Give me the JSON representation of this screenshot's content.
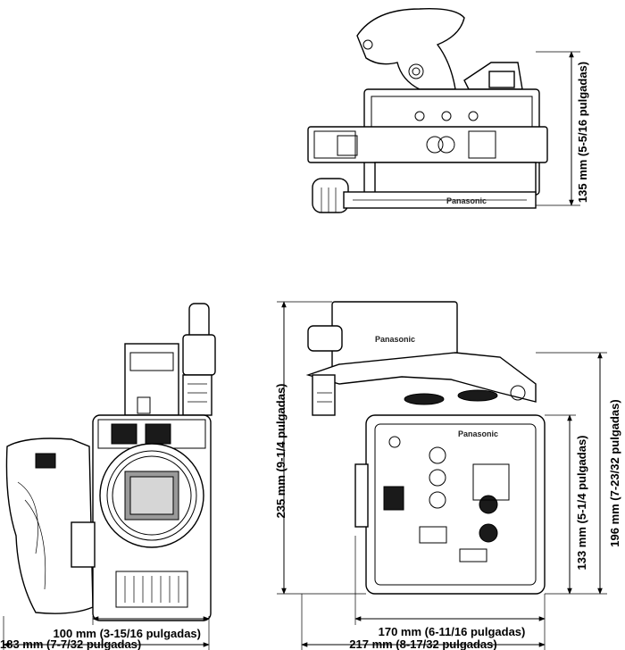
{
  "brand": "Panasonic",
  "dimensions": {
    "top_view_height": "135 mm (5-5/16 pulgadas)",
    "front_width_body": "100 mm (3-15/16 pulgadas)",
    "front_width_total": "183 mm (7-7/32 pulgadas)",
    "side_height_total": "235 mm (9-1/4 pulgadas)",
    "side_depth_body": "170 mm (6-11/16 pulgadas)",
    "side_depth_total": "217 mm (8-17/32 pulgadas)",
    "side_height_handle": "196 mm (7-23/32 pulgadas)",
    "side_height_body": "133 mm (5-1/4 pulgadas)"
  }
}
